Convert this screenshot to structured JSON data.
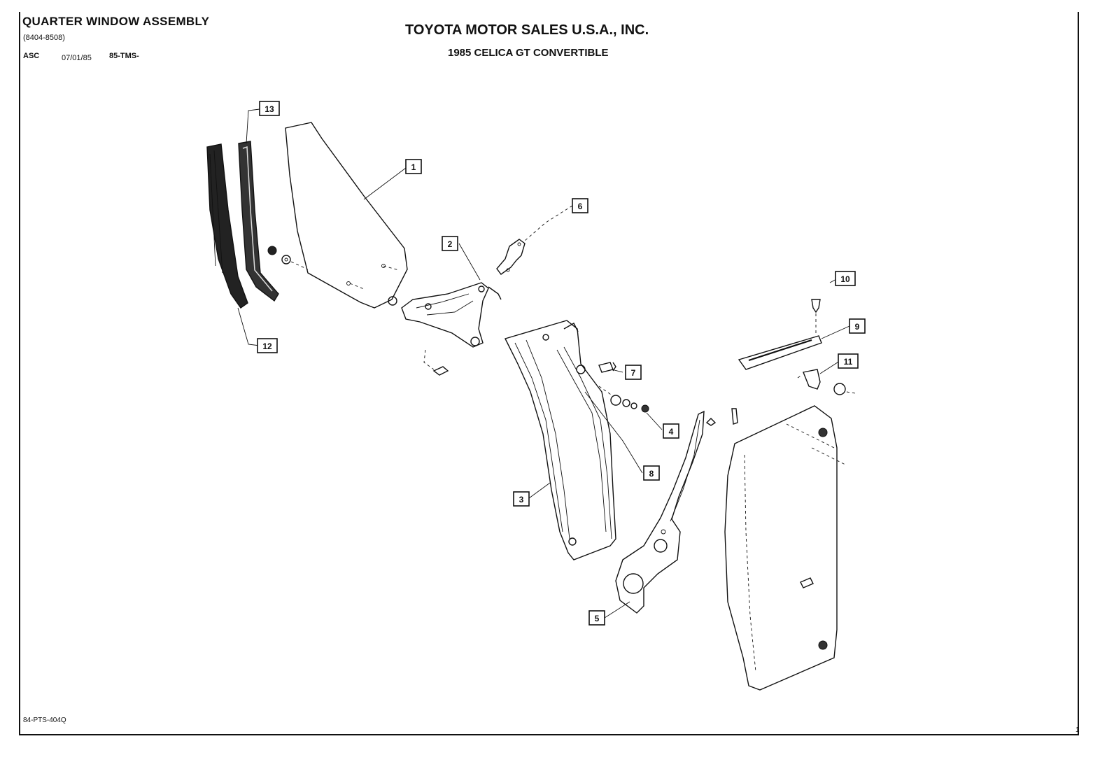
{
  "header": {
    "sheet_title": "QUARTER WINDOW ASSEMBLY",
    "date_range": "(8404-8508)",
    "asc_label": "ASC",
    "issue_date": "07/01/85",
    "publication_code": "85-TMS-",
    "company": "TOYOTA MOTOR SALES U.S.A., INC.",
    "model": "1985 CELICA GT CONVERTIBLE"
  },
  "footer": {
    "document_code": "84-PTS-404Q",
    "page_mark": "1"
  },
  "callouts": [
    "1",
    "2",
    "3",
    "4",
    "5",
    "6",
    "7",
    "8",
    "9",
    "10",
    "11",
    "12",
    "13"
  ]
}
